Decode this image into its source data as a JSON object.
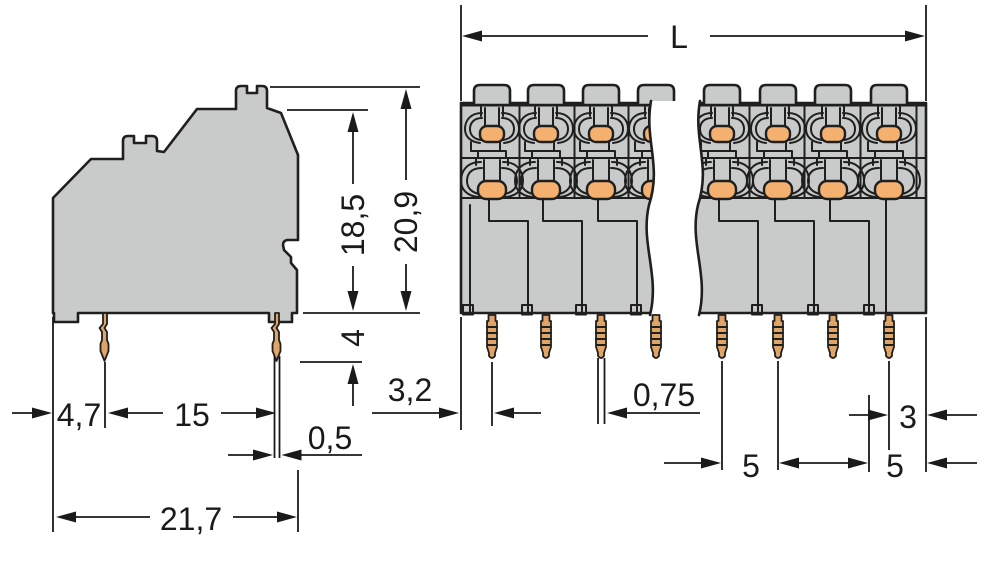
{
  "drawing": {
    "kind": "technical-dimension-drawing",
    "component": "double-deck push-button PCB terminal block",
    "units": "mm",
    "views": {
      "left": "side view",
      "right": "front view with break"
    },
    "dims": {
      "front_edge_to_pin": "4,7",
      "pin_row_spacing": "15",
      "blade_thickness": "0,5",
      "overall_depth": "21,7",
      "body_height": "18,5",
      "overall_height": "20,9",
      "pin_length": "4",
      "left_edge_to_first_pin": "3,2",
      "overall_length": "L",
      "pin_blade_width": "0,75",
      "pin_pitch_front": "5",
      "pitch_last_pole": "5",
      "last_pin_to_edge": "3"
    },
    "colors": {
      "body_gray": "#c8cbc9",
      "outline": "#1f1f1f",
      "copper_pin": "#dfa468",
      "wire_port_orange": "#f4b06e",
      "dimension_ink": "#1a1a1a",
      "background": "#ffffff"
    }
  }
}
